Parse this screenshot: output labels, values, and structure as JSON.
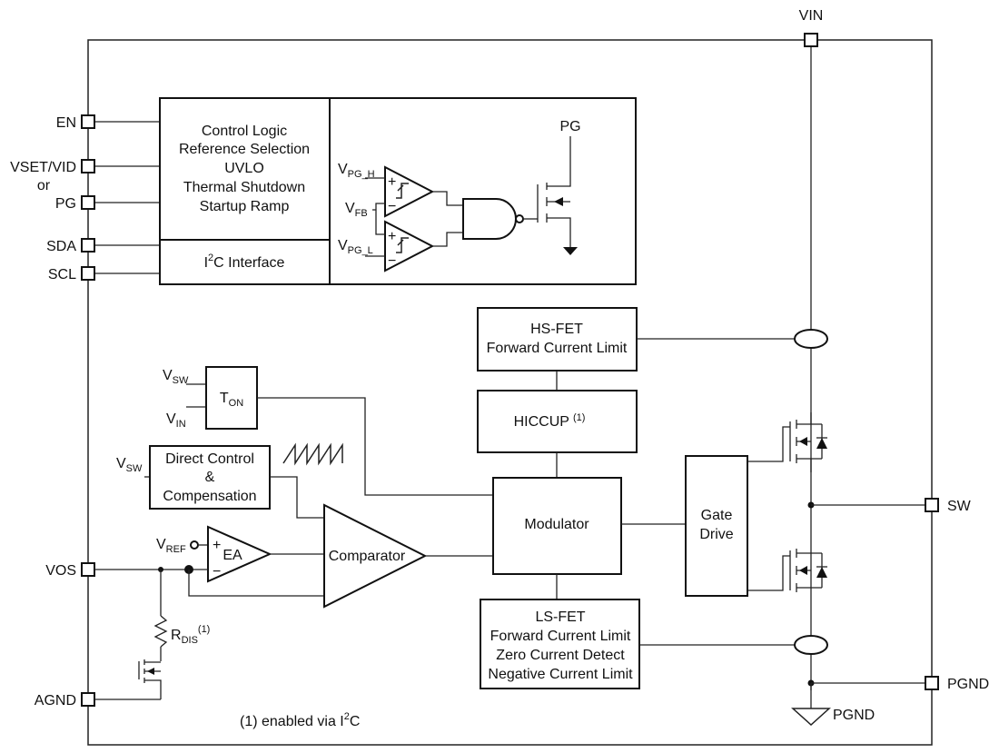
{
  "pins": {
    "vin": "VIN",
    "en": "EN",
    "vset_vid": "VSET/VID",
    "or": "or",
    "pg": "PG",
    "sda": "SDA",
    "scl": "SCL",
    "vos": "VOS",
    "agnd": "AGND",
    "sw": "SW",
    "pgnd": "PGND"
  },
  "blocks": {
    "control_logic": [
      "Control Logic",
      "Reference Selection",
      "UVLO",
      "Thermal Shutdown",
      "Startup Ramp"
    ],
    "i2c_prefix": "I",
    "i2c_sup": "2",
    "i2c_suffix": "C Interface",
    "pg_label": "PG",
    "vpg_h_main": "V",
    "vpg_h_sub": "PG_H",
    "vfb_main": "V",
    "vfb_sub": "FB",
    "vpg_l_main": "V",
    "vpg_l_sub": "PG_L",
    "hs_fet": [
      "HS-FET",
      "Forward Current Limit"
    ],
    "hiccup": "HICCUP",
    "hiccup_note": "(1)",
    "ton_main": "T",
    "ton_sub": "ON",
    "vsw_main": "V",
    "vsw_sub": "SW",
    "vin_main": "V",
    "vin_sub": "IN",
    "direct_control": [
      "Direct Control",
      "&",
      "Compensation"
    ],
    "vsw2_main": "V",
    "vsw2_sub": "SW",
    "modulator": "Modulator",
    "gate_drive": [
      "Gate",
      "Drive"
    ],
    "vref_main": "V",
    "vref_sub": "REF",
    "ea": "EA",
    "comparator": "Comparator",
    "plus": "+",
    "minus": "−",
    "ls_fet": [
      "LS-FET",
      "Forward Current Limit",
      "Zero Current Detect",
      "Negative Current Limit"
    ],
    "rdis_main": "R",
    "rdis_sub": "DIS",
    "rdis_note": "(1)",
    "pgnd_gnd": "PGND",
    "footnote_prefix": "(1) enabled via I",
    "footnote_sup": "2",
    "footnote_suffix": "C"
  }
}
